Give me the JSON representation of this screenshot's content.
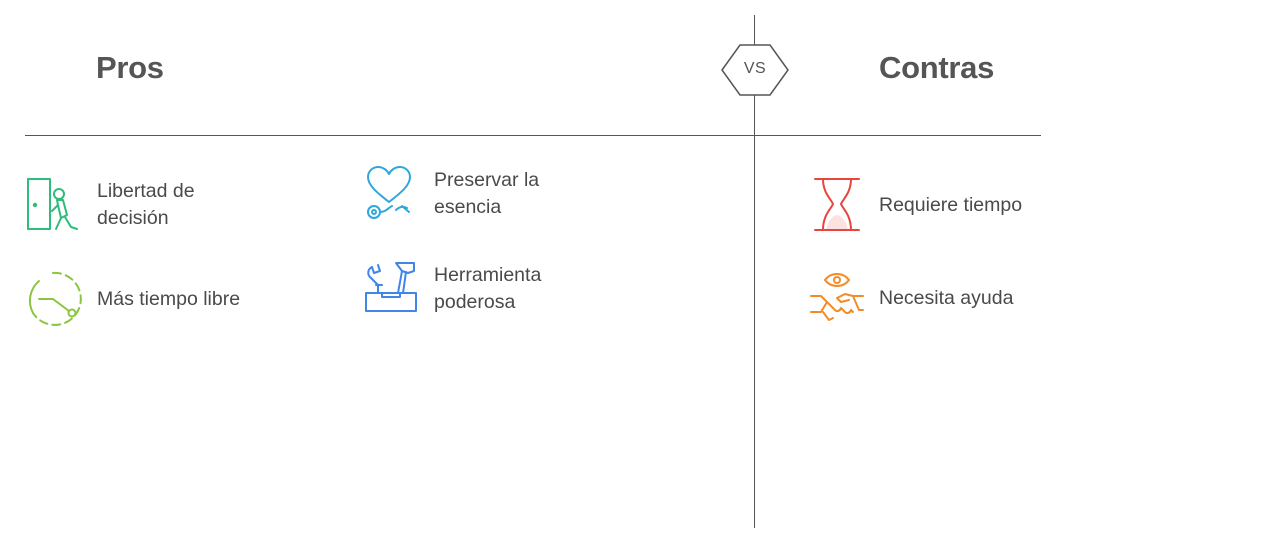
{
  "pros": {
    "heading": "Pros",
    "items": [
      {
        "label": "Libertad de decisión",
        "icon": "door-exit-person-icon",
        "color": "#2ebc7a"
      },
      {
        "label": "Preservar la esencia",
        "icon": "heart-stethoscope-icon",
        "color": "#2fa7dc"
      },
      {
        "label": "Más tiempo libre",
        "icon": "clock-timer-icon",
        "color": "#8cc63f"
      },
      {
        "label": "Herramienta poderosa",
        "icon": "toolbox-icon",
        "color": "#3f86e8"
      }
    ]
  },
  "versus": {
    "label": "VS"
  },
  "cons": {
    "heading": "Contras",
    "items": [
      {
        "label": "Requiere tiempo",
        "icon": "hourglass-icon",
        "color": "#e8453c"
      },
      {
        "label": "Necesita ayuda",
        "icon": "handshake-eye-icon",
        "color": "#f28c28"
      }
    ]
  }
}
